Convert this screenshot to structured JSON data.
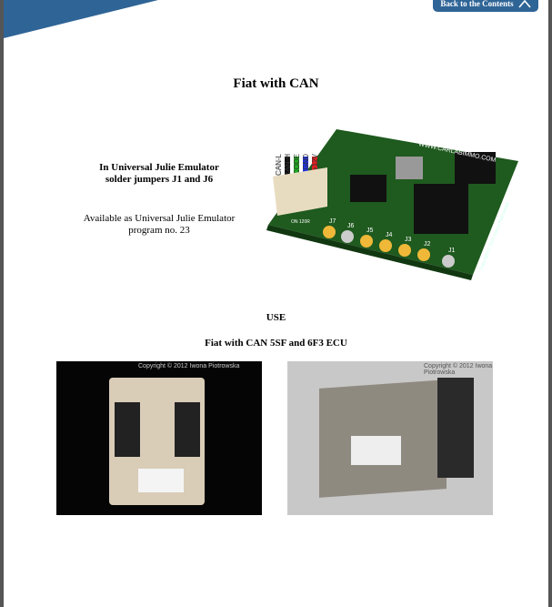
{
  "header": {
    "back_button": "Back to the Contents"
  },
  "page": {
    "title": "Fiat with CAN",
    "instruction_line1": "In Universal Julie Emulator",
    "instruction_line2": "solder jumpers J1 and J6",
    "availability_line1": "Available as Universal Julie Emulator",
    "availability_line2": "program no. 23",
    "use_heading": "USE",
    "use_subheading": "Fiat with CAN 5SF and 6F3 ECU"
  },
  "pcb_image": {
    "wire_labels": [
      "CAN-L",
      "CAN-H",
      "CODE",
      "GND",
      "+12V"
    ],
    "jumper_labels": [
      "J7",
      "J6",
      "J5",
      "J4",
      "J3",
      "J2",
      "J1"
    ],
    "url": "WWW.CARLABIMMO.COM",
    "on_label": "ON 120R",
    "copyright": "Copyright © 2012 Iwona Piotrowska"
  },
  "ecu_images": {
    "copyright": "Copyright © 2012 Iwona Piotrowska"
  },
  "colors": {
    "accent": "#2f6496"
  }
}
